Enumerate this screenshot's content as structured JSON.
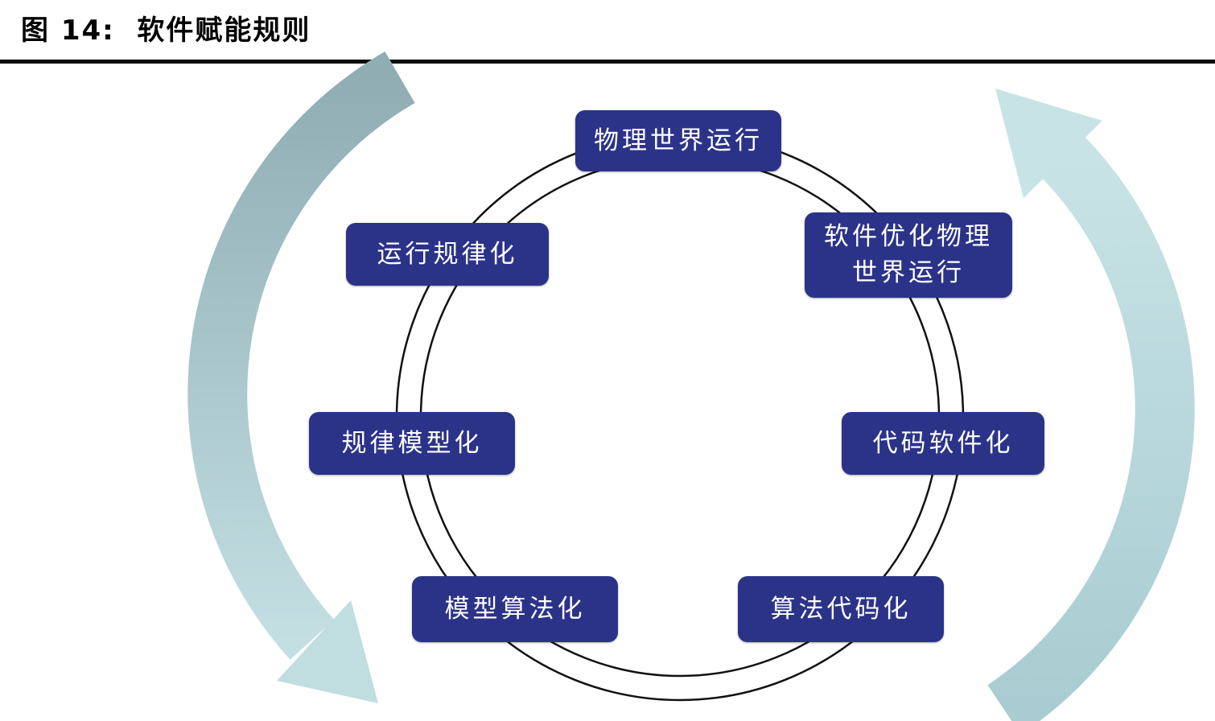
{
  "figure": {
    "title": "图 14:  软件赋能规则"
  },
  "diagram": {
    "nodes": [
      {
        "label": "物理世界运行"
      },
      {
        "label": "软件优化物理\n世界运行"
      },
      {
        "label": "运行规律化"
      },
      {
        "label": "规律模型化"
      },
      {
        "label": "代码软件化"
      },
      {
        "label": "模型算法化"
      },
      {
        "label": "算法代码化"
      }
    ],
    "colors": {
      "node_fill": "#2b3389",
      "node_text": "#ffffff",
      "ring_stroke": "#111111",
      "arrow_left_top": "#8fadb3",
      "arrow_left_bottom": "#c3dfe2",
      "arrow_right_top": "#c8e3e5",
      "arrow_right_bottom": "#a8ccd1"
    }
  }
}
